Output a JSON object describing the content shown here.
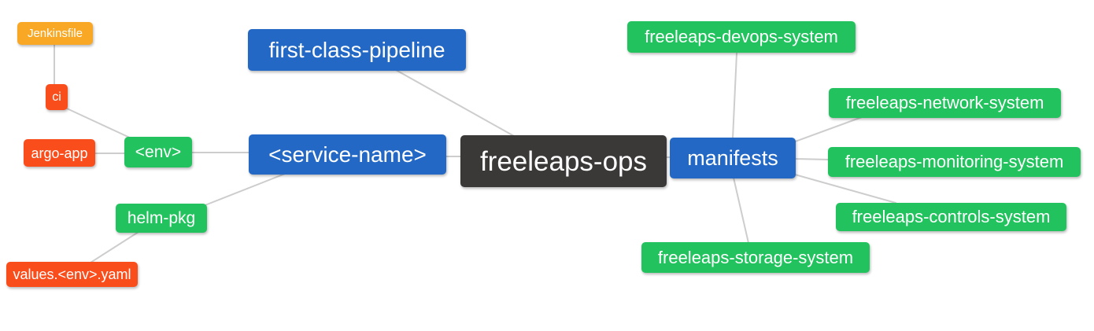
{
  "diagram": {
    "type": "mindmap",
    "root": "freeleaps-ops",
    "palette": {
      "branch_blue": "#2268C4",
      "leaf_green": "#22C35E",
      "leaf_red": "#F94D1C",
      "leaf_amber": "#F9A825",
      "root_dark": "#3B3838",
      "edge_gray": "#CDCDCD",
      "node_text": "#FFFFFF",
      "background": "#FFFFFF"
    },
    "nodes": {
      "ops": {
        "label": "freeleaps-ops"
      },
      "fcp": {
        "label": "first-class-pipeline"
      },
      "svc": {
        "label": "<service-name>"
      },
      "manifests": {
        "label": "manifests"
      },
      "env": {
        "label": "<env>"
      },
      "helm": {
        "label": "helm-pkg"
      },
      "ci": {
        "label": "ci"
      },
      "argo": {
        "label": "argo-app"
      },
      "jenkinsfile": {
        "label": "Jenkinsfile"
      },
      "values": {
        "label": "values.<env>.yaml"
      },
      "devops": {
        "label": "freeleaps-devops-system"
      },
      "network": {
        "label": "freeleaps-network-system"
      },
      "monitoring": {
        "label": "freeleaps-monitoring-system"
      },
      "controls": {
        "label": "freeleaps-controls-system"
      },
      "storage": {
        "label": "freeleaps-storage-system"
      }
    },
    "edges": [
      [
        "freeleaps-ops",
        "first-class-pipeline"
      ],
      [
        "freeleaps-ops",
        "<service-name>"
      ],
      [
        "freeleaps-ops",
        "manifests"
      ],
      [
        "<service-name>",
        "<env>"
      ],
      [
        "<service-name>",
        "helm-pkg"
      ],
      [
        "<env>",
        "ci"
      ],
      [
        "<env>",
        "argo-app"
      ],
      [
        "ci",
        "Jenkinsfile"
      ],
      [
        "helm-pkg",
        "values.<env>.yaml"
      ],
      [
        "manifests",
        "freeleaps-devops-system"
      ],
      [
        "manifests",
        "freeleaps-network-system"
      ],
      [
        "manifests",
        "freeleaps-monitoring-system"
      ],
      [
        "manifests",
        "freeleaps-controls-system"
      ],
      [
        "manifests",
        "freeleaps-storage-system"
      ]
    ]
  }
}
